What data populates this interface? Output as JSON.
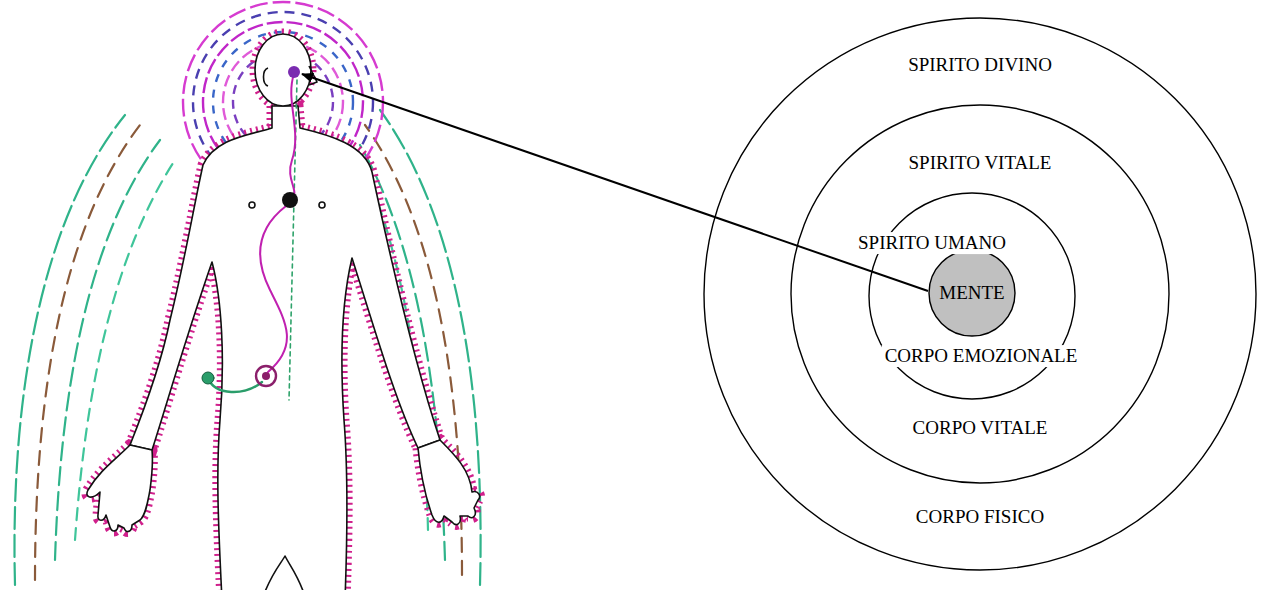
{
  "diagram": {
    "nodes": [
      {
        "text": [
          "SPIRITO DIVINO",
          "CORPO FISICO"
        ]
      },
      {
        "text": [
          "SPIRITO VITALE",
          "CORPO VITALE"
        ],
        "in": 0
      },
      {
        "text": [
          "SPIRITO UMANO",
          "CORPO EMOZIONALE"
        ],
        "in": 1
      },
      {
        "text": [
          "MENTE"
        ],
        "in": 2
      }
    ]
  }
}
